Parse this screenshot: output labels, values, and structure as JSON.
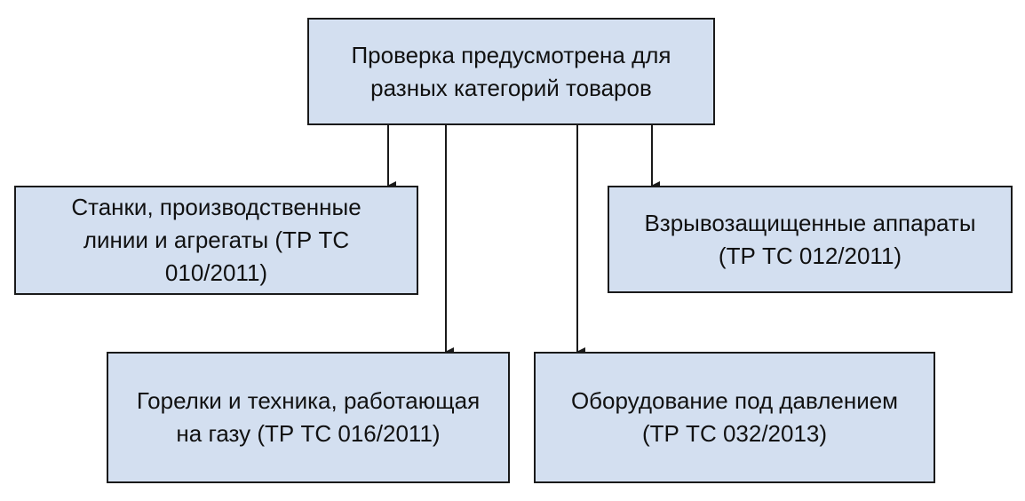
{
  "diagram": {
    "root": {
      "label": "Проверка предусмотрена для\nразных категорий товаров"
    },
    "categories": [
      {
        "id": "machines",
        "label": "Станки, производственные\nлинии и агрегаты (ТР ТС\n010/2011)"
      },
      {
        "id": "explosion",
        "label": "Взрывозащищенные аппараты\n(ТР ТС 012/2011)"
      },
      {
        "id": "gas",
        "label": "Горелки и техника, работающая\nна газу (ТР ТС 016/2011)"
      },
      {
        "id": "pressure",
        "label": "Оборудование под давлением\n(ТР ТС 032/2013)"
      }
    ]
  },
  "colors": {
    "box_fill": "#d3dff0",
    "box_border": "#1a1a1a",
    "arrow": "#1a1a1a",
    "text": "#111111"
  }
}
